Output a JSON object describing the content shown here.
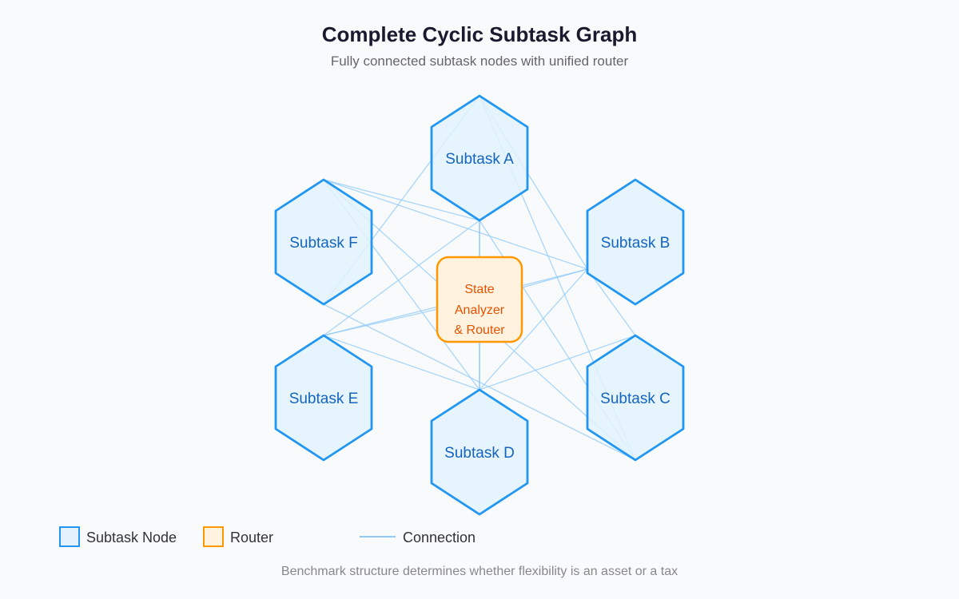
{
  "title": "Complete Cyclic Subtask Graph",
  "subtitle": "Fully connected subtask nodes with unified router",
  "nodes": [
    {
      "id": "A",
      "label": "Subtask A"
    },
    {
      "id": "B",
      "label": "Subtask B"
    },
    {
      "id": "C",
      "label": "Subtask C"
    },
    {
      "id": "D",
      "label": "Subtask D"
    },
    {
      "id": "E",
      "label": "Subtask E"
    },
    {
      "id": "F",
      "label": "Subtask F"
    }
  ],
  "router": {
    "lines": [
      "State",
      "Analyzer",
      "& Router"
    ]
  },
  "legend": {
    "subtask_node": "Subtask Node",
    "router": "Router",
    "connection": "Connection"
  },
  "footer": "Benchmark structure determines whether flexibility is an asset or a tax",
  "colors": {
    "node_fill": "#e3f2fd",
    "node_stroke": "#2196f3",
    "node_text": "#1565c0",
    "router_fill": "#fff3e0",
    "router_stroke": "#ff9800",
    "router_text": "#e65100",
    "edge": "#90caf9"
  }
}
